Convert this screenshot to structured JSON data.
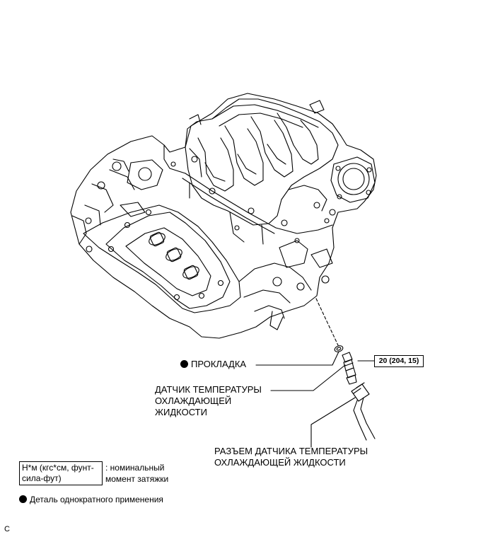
{
  "labels": {
    "gasket": "ПРОКЛАДКА",
    "sensor_line1": "ДАТЧИК ТЕМПЕРАТУРЫ",
    "sensor_line2": "ОХЛАЖДАЮЩЕЙ",
    "sensor_line3": "ЖИДКОСТИ",
    "connector_line1": "РАЗЪЕМ ДАТЧИКА ТЕМПЕРАТУРЫ",
    "connector_line2": "ОХЛАЖДАЮЩЕЙ ЖИДКОСТИ"
  },
  "torque": "20 (204, 15)",
  "legend": {
    "unit_line1": "Н*м (кгс*см, фунт-",
    "unit_line2": "сила-фут)",
    "desc_line1": ": номинальный",
    "desc_line2": "момент затяжки",
    "single_use": "Деталь однократного применения"
  },
  "code": "C"
}
